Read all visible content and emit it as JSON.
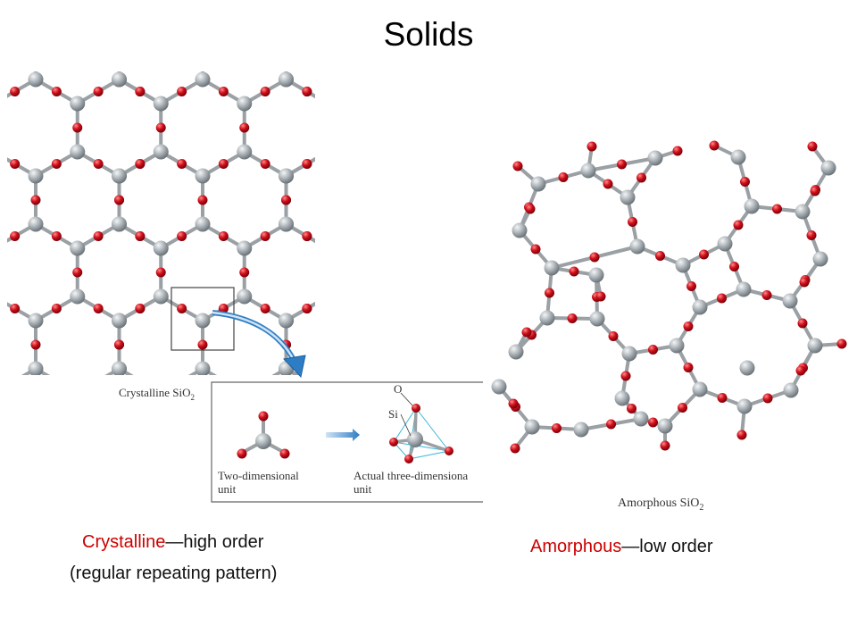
{
  "title": "Solids",
  "crystalline": {
    "figure_label": "Crystalline SiO",
    "subscript": "2",
    "inset_2d_label_line1": "Two-dimensional",
    "inset_2d_label_line2": "unit",
    "inset_3d_label_line1": "Actual three-dimensiona",
    "inset_3d_label_line2": "unit",
    "atom_o": "O",
    "atom_si": "Si",
    "caption_term": "Crystalline",
    "caption_rest": "—high order",
    "caption_line2": "(regular repeating pattern)"
  },
  "amorphous": {
    "figure_label": "Amorphous SiO",
    "subscript": "2",
    "caption_term": "Amorphous",
    "caption_rest": "—low order"
  },
  "colors": {
    "silicon": "#a9b0b5",
    "oxygen": "#d0101c",
    "bond": "#9aa0a4",
    "arrow_blue": "#2e7dc4",
    "caption_red": "#cc0000"
  }
}
